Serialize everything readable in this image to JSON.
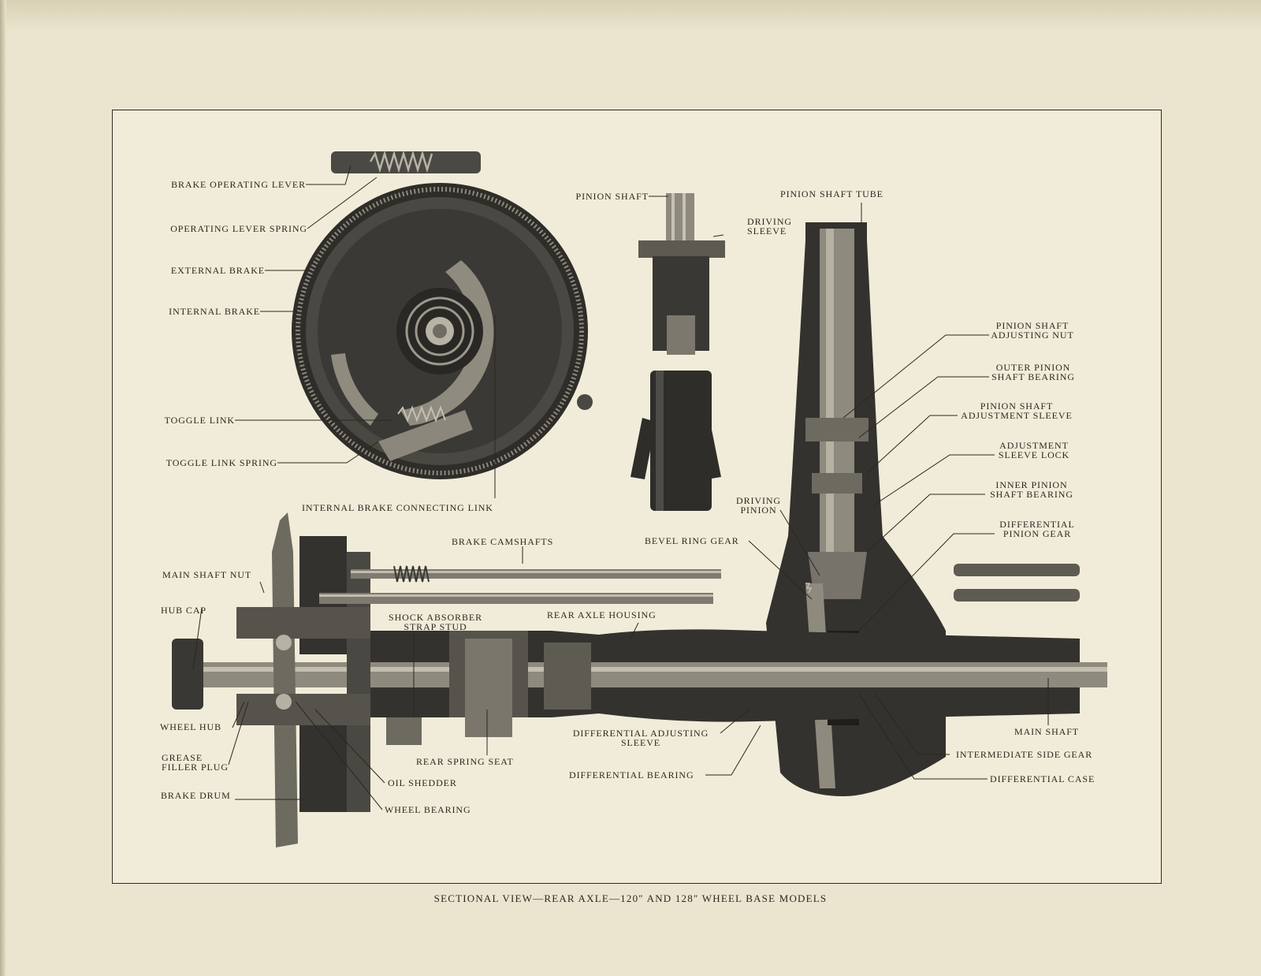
{
  "caption": "SECTIONAL VIEW—REAR AXLE—120″ AND 128″ WHEEL BASE MODELS",
  "labels": {
    "brake_operating_lever": "BRAKE OPERATING LEVER",
    "operating_lever_spring": "OPERATING LEVER SPRING",
    "external_brake": "EXTERNAL BRAKE",
    "internal_brake": "INTERNAL BRAKE",
    "toggle_link": "TOGGLE LINK",
    "toggle_link_spring": "TOGGLE LINK SPRING",
    "internal_brake_connecting_link": "INTERNAL BRAKE CONNECTING LINK",
    "pinion_shaft": "PINION SHAFT",
    "driving_sleeve": [
      "DRIVING",
      "SLEEVE"
    ],
    "pinion_shaft_tube": "PINION SHAFT TUBE",
    "pinion_shaft_adjusting_nut": [
      "PINION SHAFT",
      "ADJUSTING NUT"
    ],
    "outer_pinion_shaft_bearing": [
      "OUTER PINION",
      "SHAFT BEARING"
    ],
    "pinion_shaft_adjustment_sleeve": [
      "PINION SHAFT",
      "ADJUSTMENT SLEEVE"
    ],
    "adjustment_sleeve_lock": [
      "ADJUSTMENT",
      "SLEEVE LOCK"
    ],
    "inner_pinion_shaft_bearing": [
      "INNER PINION",
      "SHAFT BEARING"
    ],
    "differential_pinion_gear": [
      "DIFFERENTIAL",
      "PINION GEAR"
    ],
    "driving_pinion": [
      "DRIVING",
      "PINION"
    ],
    "bevel_ring_gear": "BEVEL RING GEAR",
    "brake_camshafts": "BRAKE CAMSHAFTS",
    "main_shaft_nut": "MAIN SHAFT NUT",
    "hub_cap": "HUB CAP",
    "shock_absorber_strap_stud": [
      "SHOCK ABSORBER",
      "STRAP STUD"
    ],
    "rear_axle_housing": "REAR AXLE HOUSING",
    "wheel_hub": "WHEEL HUB",
    "grease_filler_plug": [
      "GREASE",
      "FILLER PLUG"
    ],
    "brake_drum": "BRAKE DRUM",
    "oil_shedder": "OIL SHEDDER",
    "wheel_bearing": "WHEEL BEARING",
    "rear_spring_seat": "REAR SPRING SEAT",
    "differential_adjusting_sleeve": [
      "DIFFERENTIAL ADJUSTING",
      "SLEEVE"
    ],
    "differential_bearing": "DIFFERENTIAL BEARING",
    "main_shaft": "MAIN SHAFT",
    "intermediate_side_gear": "INTERMEDIATE SIDE GEAR",
    "differential_case": "DIFFERENTIAL CASE"
  },
  "colors": {
    "paper": "#ebe5cf",
    "panel": "#f1ecd9",
    "ink": "#2b2720",
    "metal_dark": "#35332e",
    "metal_mid": "#6d6a60",
    "metal_light": "#a9a597"
  }
}
